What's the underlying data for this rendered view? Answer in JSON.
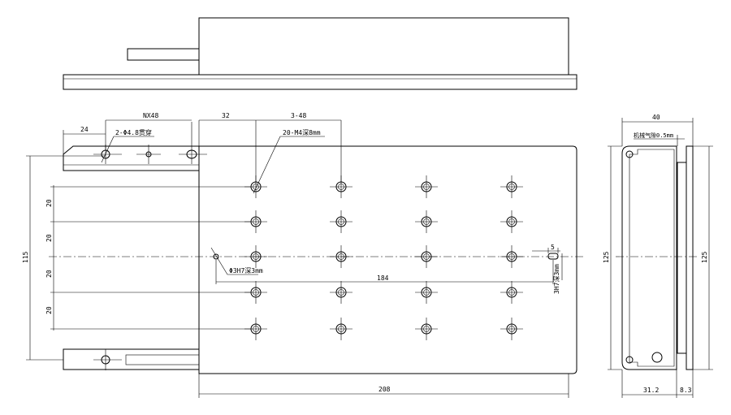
{
  "drawing": {
    "labels": {
      "nx48": "NX48",
      "d24": "24",
      "through_holes": "2-Φ4.8贯穿",
      "d32": "32",
      "d3x48": "3-48",
      "tapped_holes": "20-M4深8mm",
      "pitch": "20",
      "d115": "115",
      "pin_hole": "Φ3H7深3mm",
      "d184": "184",
      "d5": "5",
      "slot": "3H7深3mm",
      "d208": "208",
      "d40": "40",
      "air_gap": "机械气隙0.5mm",
      "d125_left": "125",
      "d125_right": "125",
      "d312": "31.2",
      "d83": "8.3"
    }
  }
}
